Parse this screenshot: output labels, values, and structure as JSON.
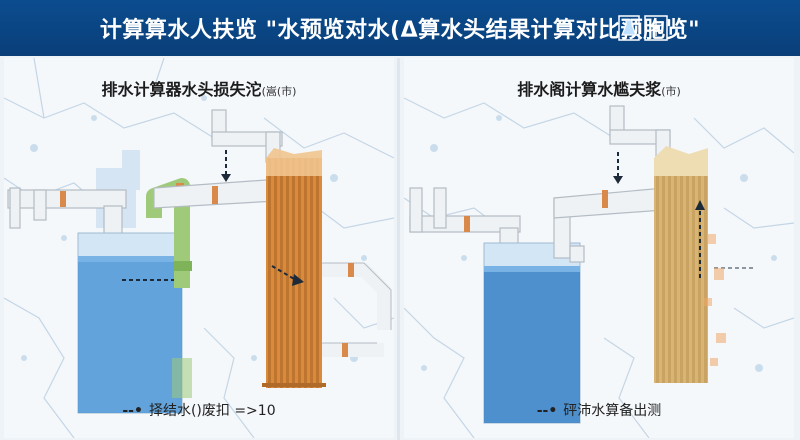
{
  "header": {
    "title": "计算算水人扶览 \"水预览对水(Δ算水头结果计算对比预胞览\"",
    "icon_flask": "flask-icon",
    "icon_snow": "snowflake-icon"
  },
  "panels": [
    {
      "title": "排水计算器水头损失沱",
      "subtitle": "(嵩(市)",
      "caption_arrow": "--•",
      "caption": "择结水()废扣 =>10",
      "colors": {
        "tank": "#4f97d6",
        "tower": "#d98a3a",
        "green_pipe": "#9fca7a",
        "pipe": "#eef2f4"
      }
    },
    {
      "title": "排水阁计算水尴夫浆",
      "subtitle": "(市)",
      "caption_arrow": "--•",
      "caption": "砰沛水算备出测",
      "colors": {
        "tank": "#3f86c9",
        "tower": "#d8b574",
        "pipe": "#eef2f4"
      }
    }
  ]
}
